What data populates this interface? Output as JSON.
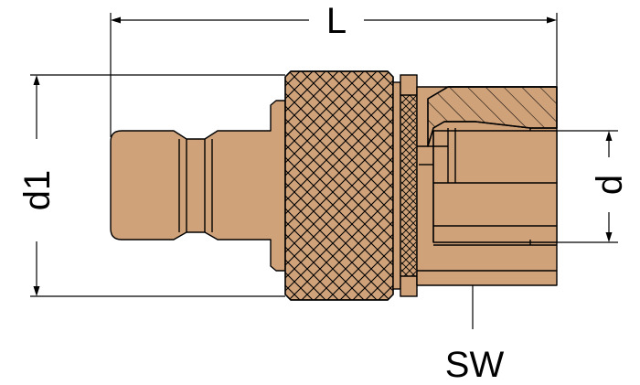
{
  "labels": {
    "length": "L",
    "outer_diameter": "d1",
    "inner_diameter": "d",
    "wrench_size": "SW"
  },
  "colors": {
    "body_fill": "#cfa27a",
    "line": "#000000",
    "background": "#ffffff"
  }
}
